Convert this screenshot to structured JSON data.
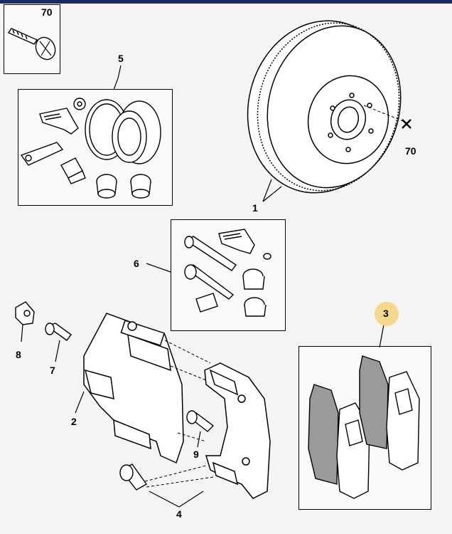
{
  "labels": {
    "screw_box": "70",
    "disc": "1",
    "disc_screw": "70",
    "bearing_kit": "5",
    "pin_kit": "6",
    "caliper": "2",
    "bracket": "4",
    "bolt_9": "9",
    "bleed_screw": "7",
    "bleed_cap": "8",
    "pads": "3"
  },
  "colors": {
    "top_bar": "#1d2a5c",
    "highlight": "#f3d27a",
    "line": "#000000",
    "part_fill": "#ffffff",
    "pad_fill": "#9a9a9a"
  }
}
